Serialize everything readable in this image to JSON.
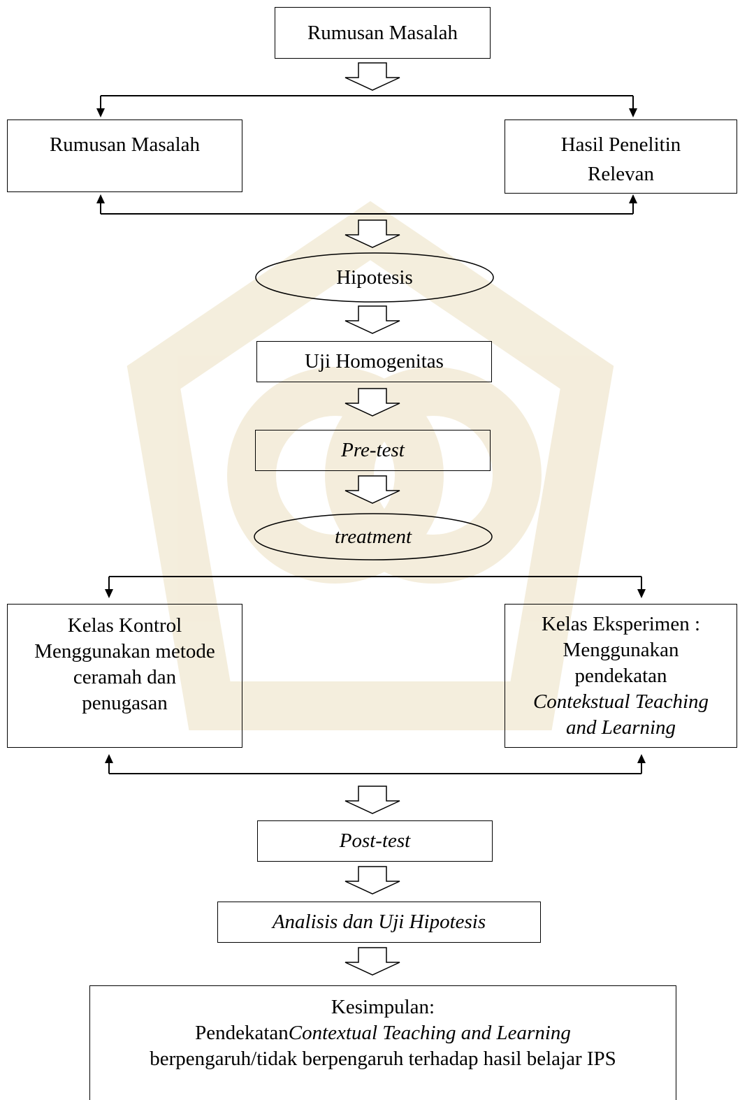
{
  "diagram": {
    "top": "Rumusan Masalah",
    "left_source": "Rumusan Masalah",
    "right_source_line1": "Hasil Penelitin",
    "right_source_line2": "Relevan",
    "hipotesis": "Hipotesis",
    "uji_homogenitas": "Uji Homogenitas",
    "pretest": "Pre-test",
    "treatment": "treatment",
    "kontrol": {
      "line1": "Kelas Kontrol",
      "line2": "Menggunakan metode",
      "line3": "ceramah dan",
      "line4": "penugasan"
    },
    "eksperimen": {
      "line1": "Kelas Eksperimen :",
      "line2": "Menggunakan",
      "line3": "pendekatan",
      "line4": "Contekstual Teaching",
      "line5": "and Learning"
    },
    "posttest": "Post-test",
    "analisis": "Analisis dan Uji Hipotesis",
    "kesimpulan": {
      "line1": "Kesimpulan:",
      "line2_prefix": "Pendekatan",
      "line2_italic": "Contextual Teaching and Learning",
      "line3": "berpengaruh/tidak berpengaruh terhadap hasil belajar IPS"
    }
  },
  "colors": {
    "line": "#000000",
    "watermark": "#f3ecd9"
  }
}
